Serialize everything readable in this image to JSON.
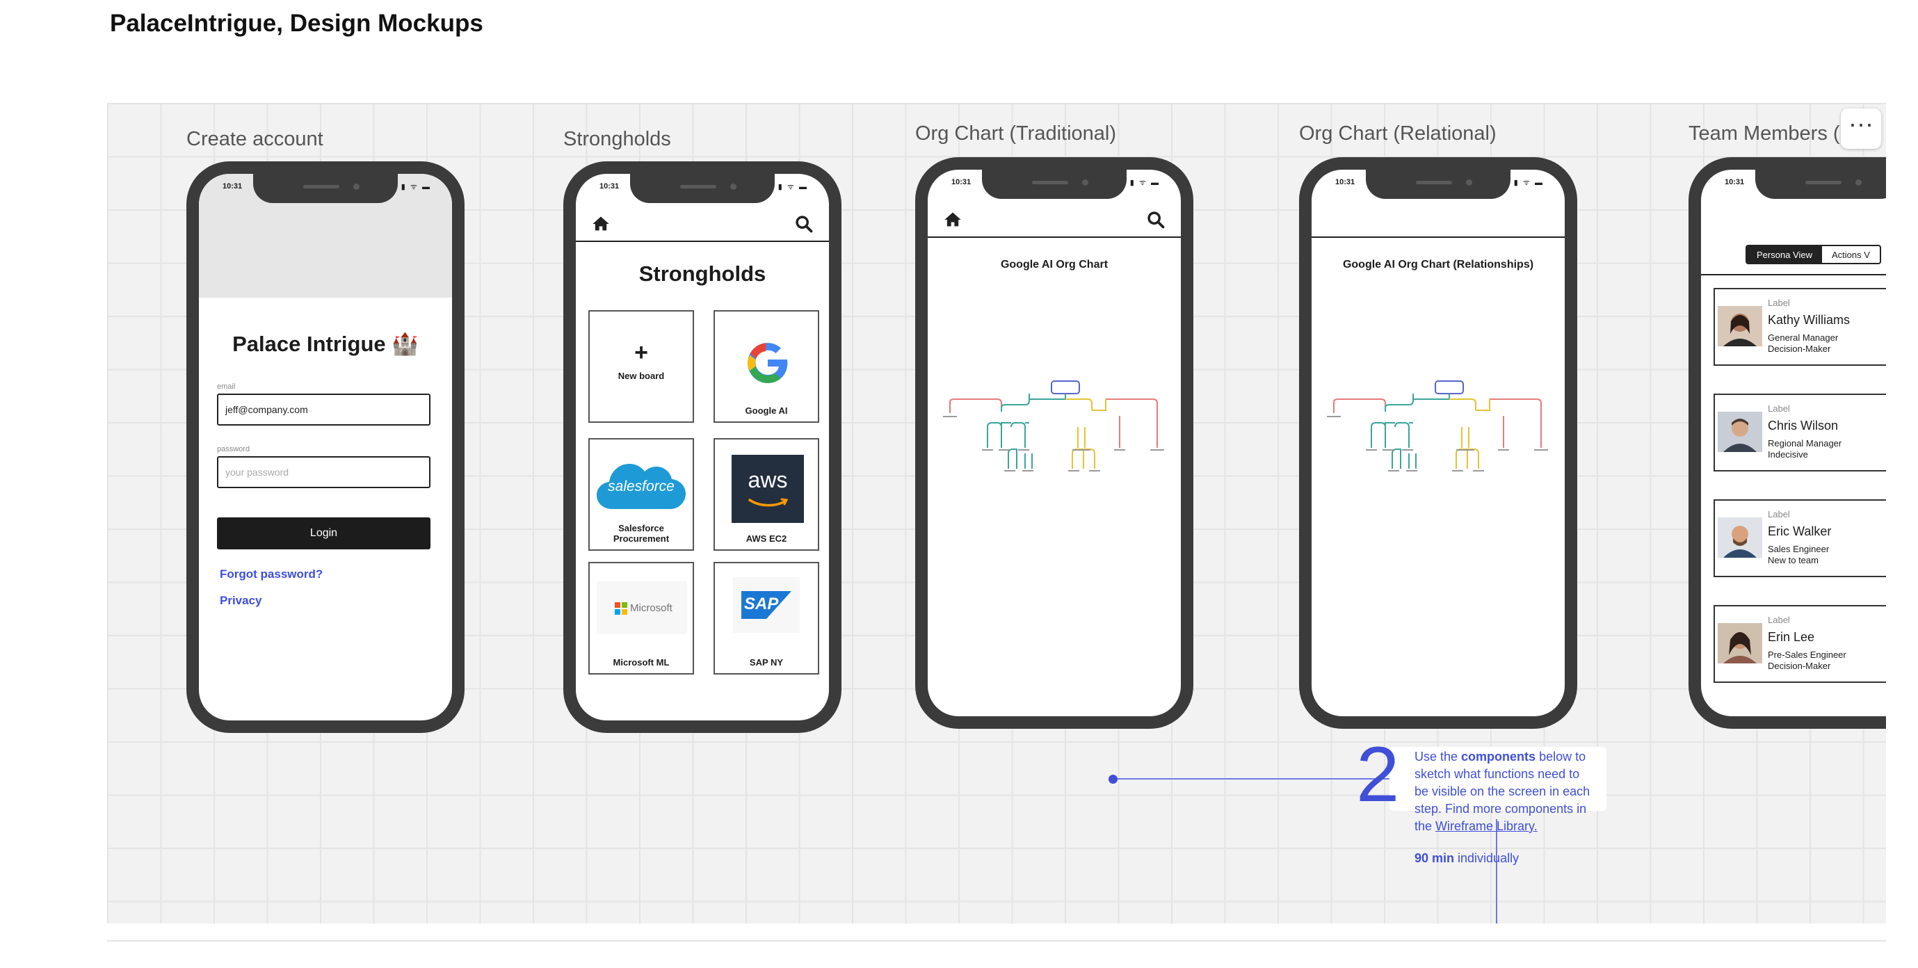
{
  "page": {
    "title": "PalaceIntrigue, Design Mockups",
    "more_menu": "···"
  },
  "status_bar": {
    "time": "10:31",
    "icons": "▮ ᯤ ▬"
  },
  "frames": {
    "create_account": {
      "label": "Create account",
      "brand": "Palace Intrigue 🏰",
      "email_label": "email",
      "email_value": "jeff@company.com",
      "password_label": "password",
      "password_placeholder": "your password",
      "login": "Login",
      "forgot": "Forgot password?",
      "privacy": "Privacy"
    },
    "strongholds": {
      "label": "Strongholds",
      "title": "Strongholds",
      "tiles": [
        {
          "label": "New board",
          "plus": "+"
        },
        {
          "label": "Google AI",
          "logo_text": "G"
        },
        {
          "label": "Salesforce Procurement",
          "logo_text": "salesforce"
        },
        {
          "label": "AWS EC2",
          "logo_text": "aws"
        },
        {
          "label": "Microsoft ML",
          "logo_text": "Microsoft"
        },
        {
          "label": "SAP NY",
          "logo_text": "SAP"
        }
      ]
    },
    "org_traditional": {
      "label": "Org Chart (Traditional)",
      "title": "Google AI Org Chart"
    },
    "org_relational": {
      "label": "Org Chart (Relational)",
      "title": "Google AI Org Chart (Relationships)"
    },
    "team_members": {
      "label": "Team Members (",
      "tabs": [
        "Persona View",
        "Actions V"
      ],
      "members": [
        {
          "label": "Label",
          "name": "Kathy Williams",
          "role": "General Manager",
          "trait": "Decision-Maker"
        },
        {
          "label": "Label",
          "name": "Chris Wilson",
          "role": "Regional Manager",
          "trait": "Indecisive"
        },
        {
          "label": "Label",
          "name": "Eric Walker",
          "role": "Sales Engineer",
          "trait": "New to team"
        },
        {
          "label": "Label",
          "name": "Erin Lee",
          "role": "Pre-Sales Engineer",
          "trait": "Decision-Maker"
        }
      ]
    }
  },
  "note": {
    "number": "2",
    "text_before": "Use the ",
    "text_bold": "components",
    "text_after": " below to sketch what functions need to be visible on the screen in each step. Find more components in the ",
    "link": "Wireframe Library.",
    "time_bold": "90 min",
    "time_rest": " individually"
  },
  "colors": {
    "accent": "#3f4fd8",
    "phone": "#3b3b3b",
    "canvas": "#f2f2f2"
  }
}
